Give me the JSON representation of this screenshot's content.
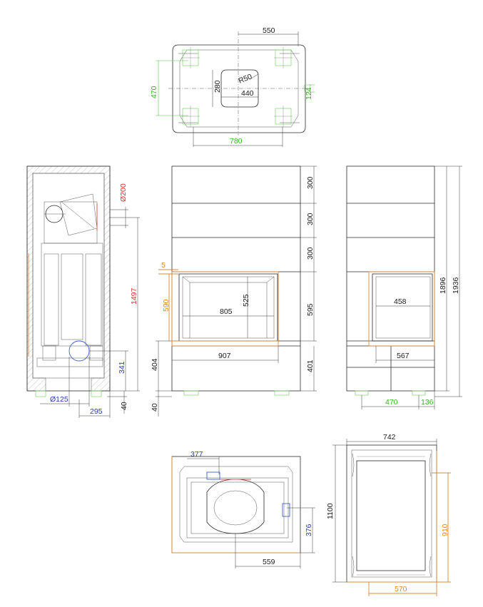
{
  "top_view": {
    "dim_550": "550",
    "dim_470": "470",
    "dim_280": "280",
    "dim_r50": "R50",
    "dim_440": "440",
    "dim_124": "124",
    "dim_780": "780"
  },
  "side_section": {
    "dim_o200": "Ø200",
    "dim_1497": "1497",
    "dim_341": "341",
    "dim_o125": "Ø125",
    "dim_295": "295",
    "dim_40": "40"
  },
  "front_view": {
    "dim_300a": "300",
    "dim_300b": "300",
    "dim_300c": "300",
    "dim_5": "5",
    "dim_590": "590",
    "dim_525": "525",
    "dim_805": "805",
    "dim_595": "595",
    "dim_907": "907",
    "dim_404": "404",
    "dim_401": "401",
    "dim_40": "40"
  },
  "side_view": {
    "dim_458": "458",
    "dim_1896": "1896",
    "dim_1936": "1936",
    "dim_567": "567",
    "dim_470": "470",
    "dim_136": "136"
  },
  "plan_bottom_left": {
    "dim_377": "377",
    "dim_376": "376",
    "dim_559": "559"
  },
  "plan_bottom_right": {
    "dim_742": "742",
    "dim_1100": "1100",
    "dim_910": "910",
    "dim_570": "570"
  }
}
